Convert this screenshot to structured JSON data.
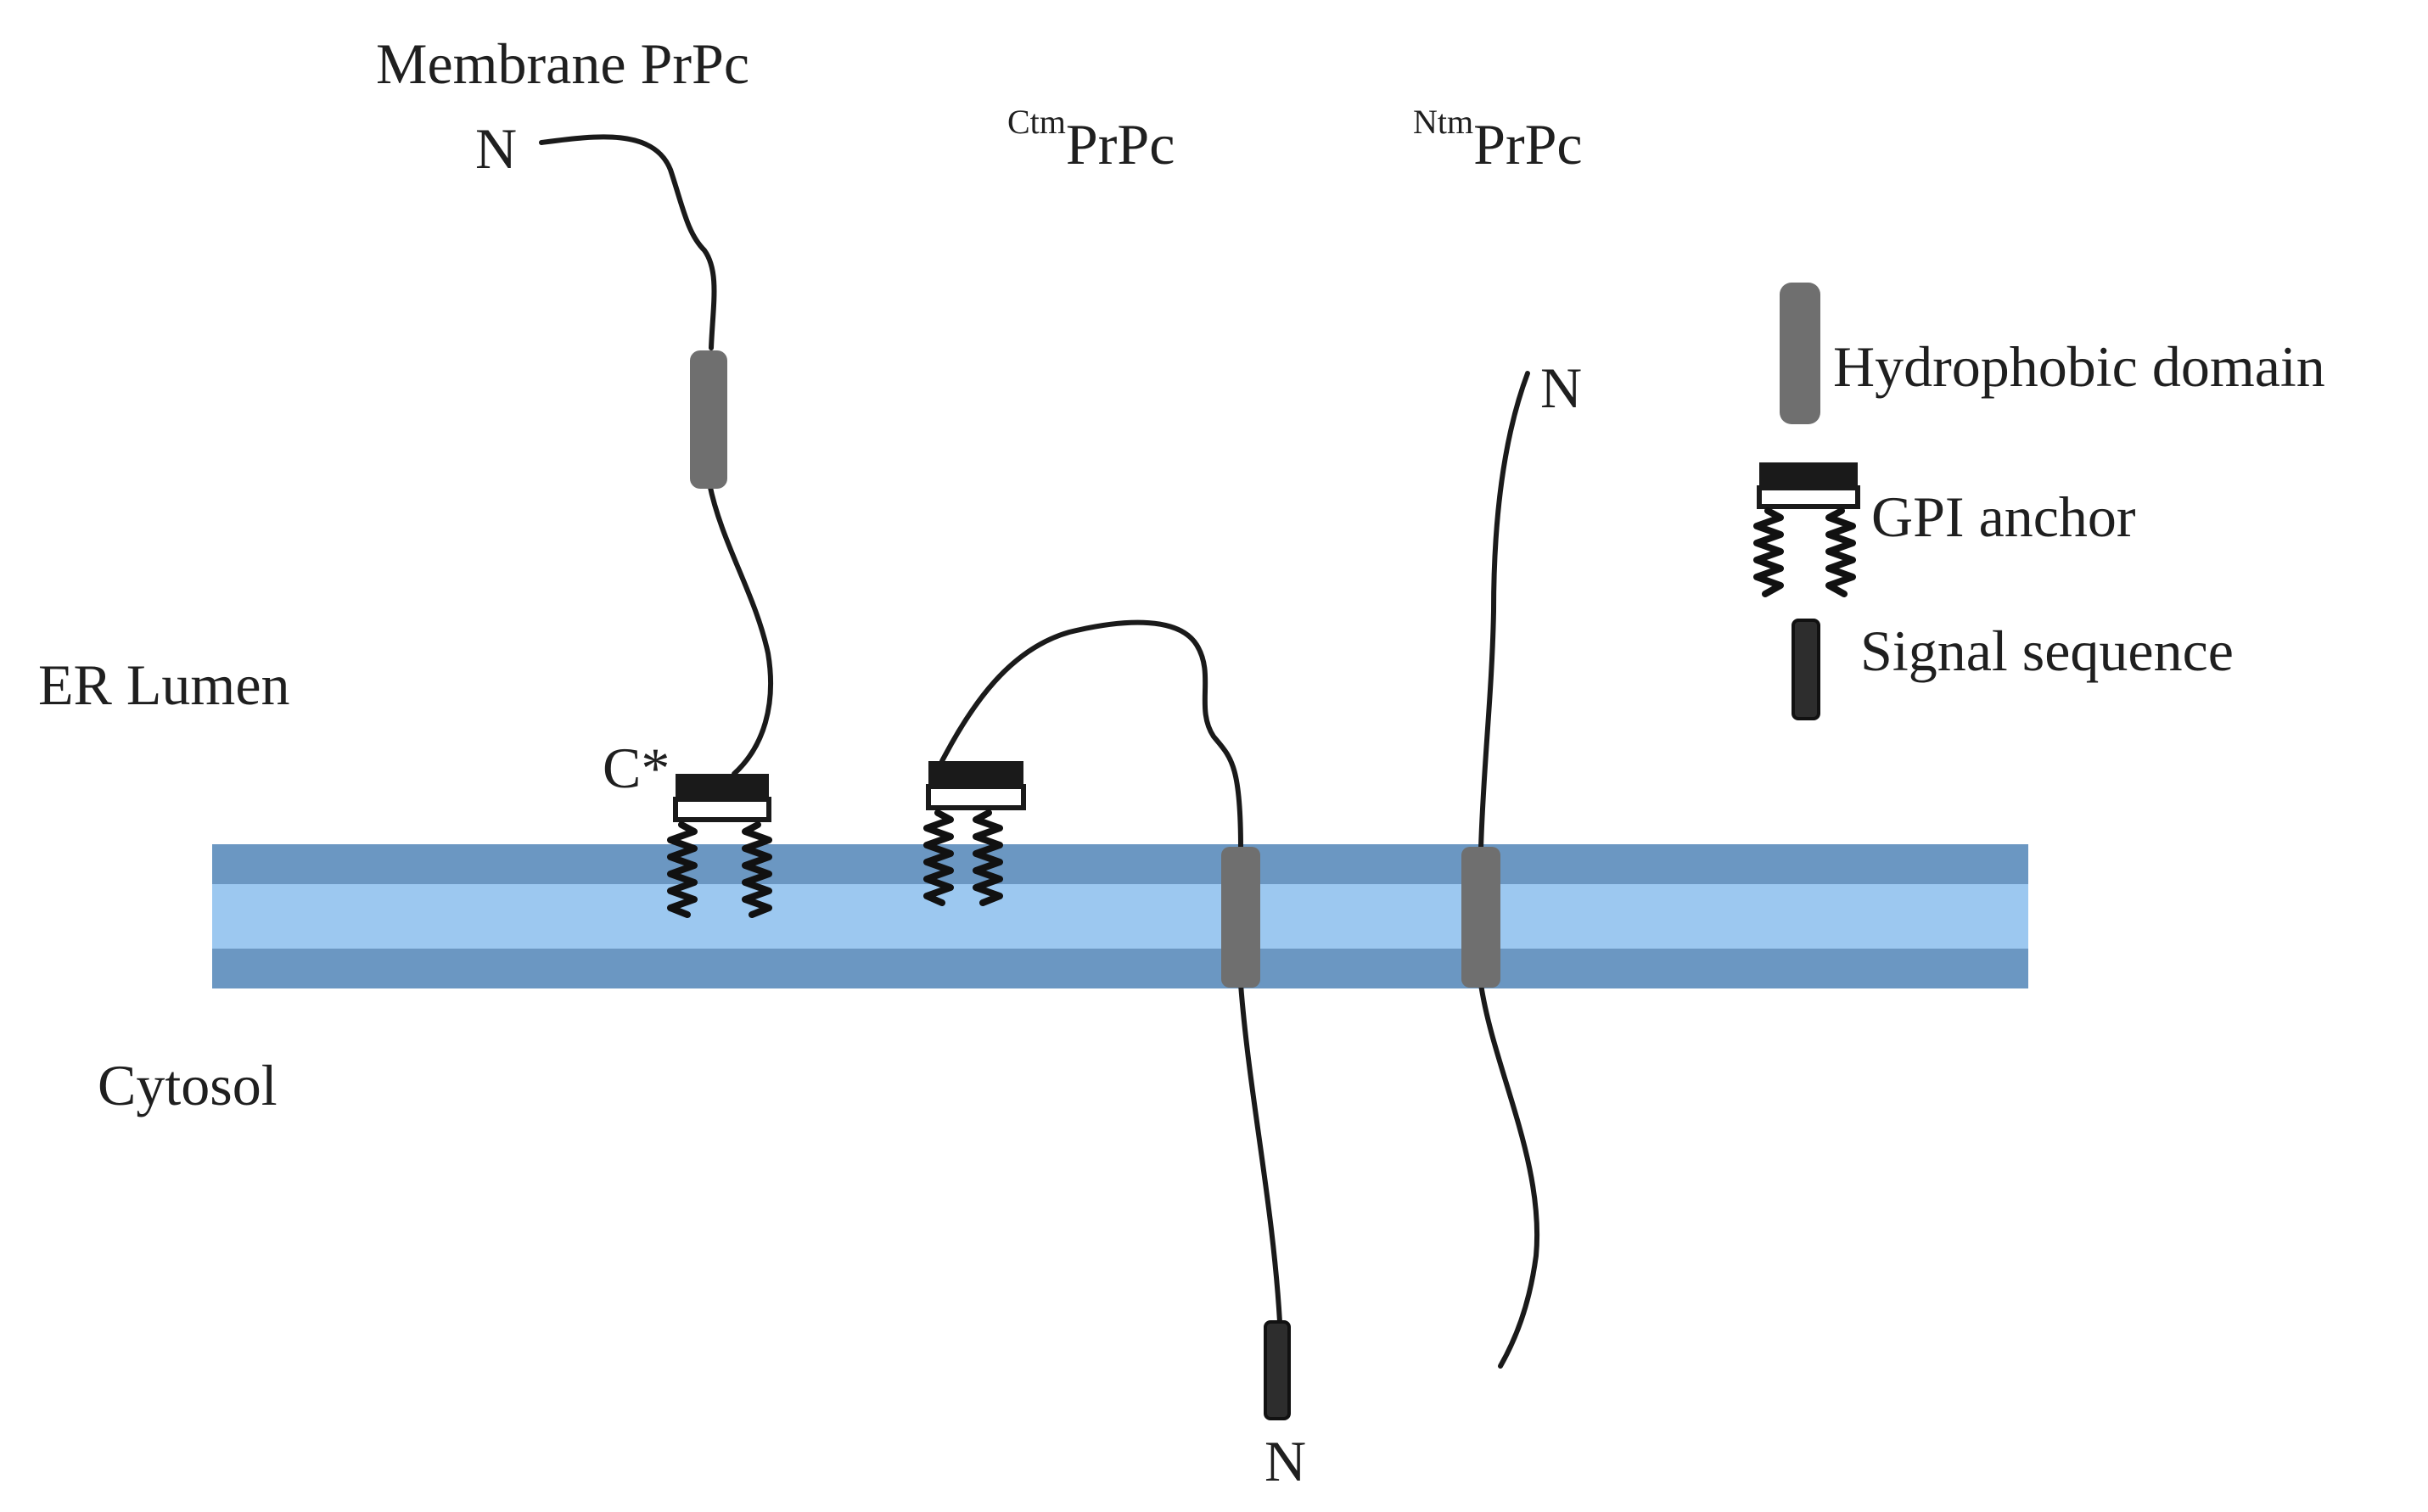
{
  "labels": {
    "membrane_prpc": "Membrane PrPc",
    "ctm_sup": "Ctm",
    "ntm_sup": "Ntm",
    "prpc": "PrPc",
    "n_terminus": "N",
    "c_star": "C*",
    "er_lumen": "ER Lumen",
    "cytosol": "Cytosol"
  },
  "legend": {
    "hydrophobic_domain": "Hydrophobic domain",
    "gpi_anchor": "GPI anchor",
    "signal_sequence": "Signal sequence"
  },
  "colors": {
    "membrane_outer": "#6b97c2",
    "membrane_inner": "#9cc8f0",
    "hydrophobic_domain": "#6f6f6f",
    "gpi_anchor_bar": "#1a1a1a",
    "signal_sequence": "#2d2d2d",
    "chain": "#1a1a1a"
  }
}
